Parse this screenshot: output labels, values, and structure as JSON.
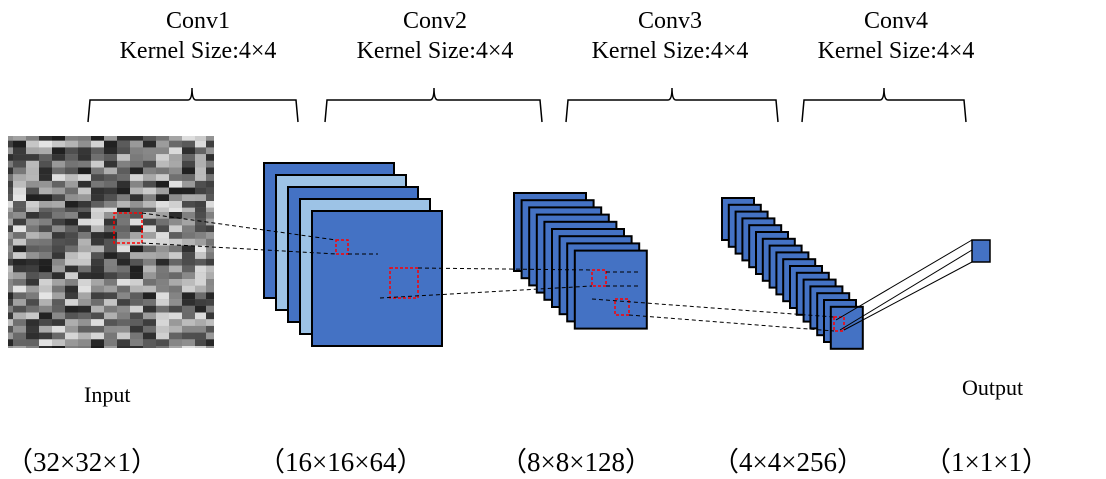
{
  "layers": [
    {
      "name": "Conv1",
      "kernel": "Kernel Size:4×4"
    },
    {
      "name": "Conv2",
      "kernel": "Kernel Size:4×4"
    },
    {
      "name": "Conv3",
      "kernel": "Kernel Size:4×4"
    },
    {
      "name": "Conv4",
      "kernel": "Kernel Size:4×4"
    }
  ],
  "input_label": "Input",
  "output_label": "Output",
  "dimensions": [
    "（32×32×1）",
    "（16×16×64）",
    "（8×8×128）",
    "（4×4×256）",
    "（1×1×1）"
  ],
  "colors": {
    "feature_map_fill": "#4472C4",
    "feature_map_alt_fill": "#9DC3E6",
    "stroke": "#000000",
    "receptive_field": "#FF0000"
  }
}
